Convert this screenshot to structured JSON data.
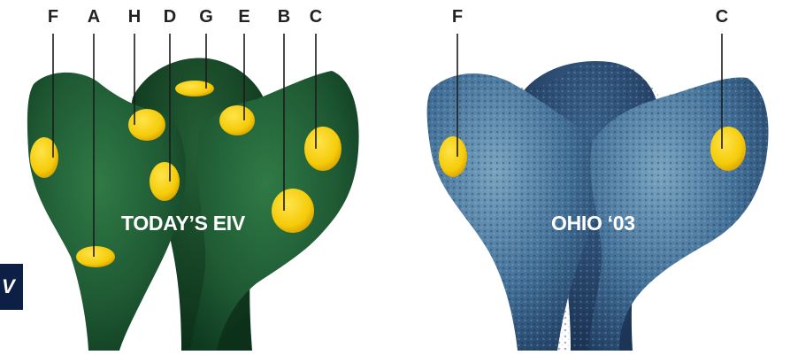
{
  "left_model": {
    "caption": "TODAY’S EIV",
    "color": "#1f5a34",
    "callouts": [
      {
        "label": "F",
        "target": "site-f"
      },
      {
        "label": "A",
        "target": "site-a"
      },
      {
        "label": "H",
        "target": "site-h"
      },
      {
        "label": "D",
        "target": "site-d"
      },
      {
        "label": "G",
        "target": "site-g"
      },
      {
        "label": "E",
        "target": "site-e"
      },
      {
        "label": "B",
        "target": "site-b"
      },
      {
        "label": "C",
        "target": "site-c"
      }
    ]
  },
  "right_model": {
    "caption": "OHIO ‘03",
    "color": "#3f6a8f",
    "callouts": [
      {
        "label": "F",
        "target": "site-f"
      },
      {
        "label": "C",
        "target": "site-c"
      }
    ]
  },
  "side_badge": "V",
  "colors": {
    "site_yellow": "#f5cc0a",
    "site_yellow_edge": "#e0a800",
    "leader_line": "#1c1c1c",
    "left_protein": "#1f5a34",
    "right_protein": "#3f6a8f"
  }
}
